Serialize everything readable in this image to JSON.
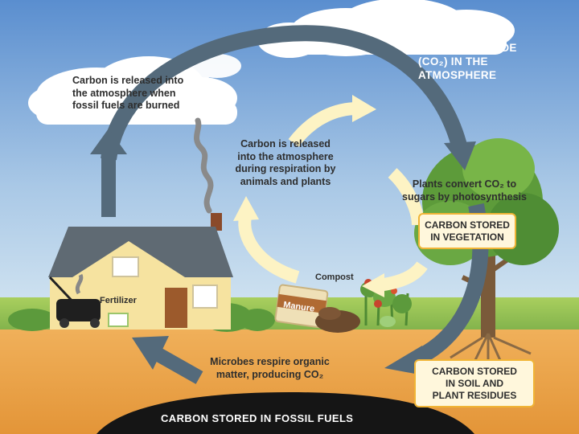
{
  "diagram": {
    "atmosphere_label": [
      "CARBON DIOXIDE",
      "(CO₂) IN THE",
      "ATMOSPHERE"
    ],
    "fossil_release_label": [
      "Carbon is released into",
      "the atmosphere when",
      "fossil fuels are burned"
    ],
    "respiration_label": [
      "Carbon is released",
      "into the atmosphere",
      "during respiration by",
      "animals and plants"
    ],
    "photosynthesis_label": [
      "Plants convert CO₂ to",
      "sugars by photosynthesis"
    ],
    "vegetation_box": [
      "CARBON STORED",
      "IN VEGETATION"
    ],
    "compost_label": "Compost",
    "fertilizer_label": "Fertilizer",
    "manure_label": "Manure",
    "microbes_label": [
      "Microbes respire organic",
      "matter, producing CO₂"
    ],
    "soil_box": [
      "CARBON STORED",
      "IN SOIL AND",
      "PLANT RESIDUES"
    ],
    "fossil_fuels_label": "CARBON STORED IN FOSSIL FUELS"
  },
  "colors": {
    "sky_top": "#5b8fcf",
    "sky_bottom": "#cfe3f1",
    "arrow_gray": "#546a7b",
    "arrow_cream": "#fdf3c4",
    "soil": "#e9a048",
    "fossil": "#1a1a1a",
    "box_border": "#f0b436",
    "box_fill": "#fff7dc"
  }
}
